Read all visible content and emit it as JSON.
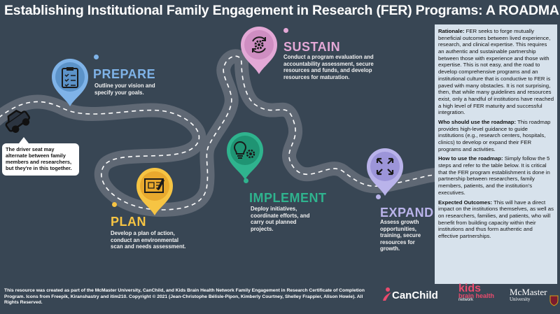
{
  "title": "Establishing Institutional Family Engagement in Research (FER) Programs: A ROADMAP",
  "colors": {
    "background": "#384654",
    "road": "#6b7480",
    "prepare": "#7fb3e8",
    "plan": "#f6c443",
    "implement": "#2fb38e",
    "expand": "#b9b3ea",
    "sustain": "#e3a8d6",
    "panel": "#d7e2ec"
  },
  "steps": {
    "prepare": {
      "title": "PREPARE",
      "text": "Outline your vision and specify your goals.",
      "icon": "clipboard-checklist-icon"
    },
    "plan": {
      "title": "PLAN",
      "text": "Develop a plan of action, conduct an environmental scan and needs assessment.",
      "icon": "blueprint-icon"
    },
    "implement": {
      "title": "IMPLEMENT",
      "text": "Deploy initiatives, coordinate efforts, and carry out planned projects.",
      "icon": "lightbulb-gear-icon"
    },
    "expand": {
      "title": "EXPAND",
      "text": "Assess growth opportunities, training, secure resources for growth.",
      "icon": "expand-arrows-icon"
    },
    "sustain": {
      "title": "SUSTAIN",
      "text": "Conduct a program evaluation and accountability assessment, secure resources and funds, and develop resources for maturation.",
      "icon": "cycle-gear-icon"
    }
  },
  "driver_note": "The driver seat may alternate between family members and researchers, but they're in this together.",
  "panel": {
    "rationale_label": "Rationale:",
    "rationale_text": "FER seeks to forge mutually beneficial outcomes between lived experience, research, and clinical expertise. This requires an authentic and sustainable partnership between those with experience and those with expertise. This is not easy, and the road to develop comprehensive programs and an institutional culture that is conductive to FER is paved with many obstacles. It is not surprising, then, that while many guidelines and resources exist, only a handful of institutions have reached a high level of FER maturity and successful integration.",
    "who_label": "Who should use the roadmap:",
    "who_text": "This roadmap provides high-level guidance to guide institutions (e.g., research centers, hospitals, clinics) to develop or expand their FER programs and activities.",
    "how_label": "How to use the roadmap:",
    "how_text": "Simply follow the 5 steps and refer to the table below. It is critical that the FER program establishment is done in partnership between researchers, family members, patients, and the institution's executives.",
    "outcomes_label": "Expected Outcomes:",
    "outcomes_text": "This will have a direct impact on the institutions themselves, as well as on researchers, families, and patients, who will benefit from building capacity within their institutions and thus form authentic and effective partnerships."
  },
  "footer": "This resource was created as part of the McMaster University, CanChild, and Kids Brain Health Network Family Engagement in Research Certificate of Completion Program. Icons from Freepik, Kiranshastry and itim210. Copyright © 2021 (Jean-Christophe Bélisle-Pipon, Kimberly Courtney, Shelley Frappier, Alison Howie). All Rights Reserved.",
  "logos": {
    "canchild": "CanChild",
    "kids_1": "kids",
    "kids_2": "brain health",
    "kids_3": "network",
    "mcmaster_1": "McMaster",
    "mcmaster_2": "University"
  }
}
